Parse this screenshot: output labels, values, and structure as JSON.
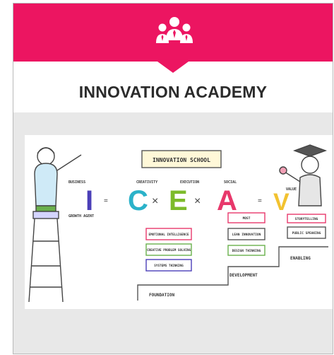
{
  "header": {
    "icon": "team-icon",
    "accent_color": "#ec1561",
    "title": "INNOVATION ACADEMY"
  },
  "illustration": {
    "sign": "INNOVATION SCHOOL",
    "formula": {
      "i_label": "BUSINESS",
      "c_label": "CREATIVITY",
      "e_label": "EXECUTION",
      "a_label": "SOCIAL",
      "v_label": "VALUE",
      "letters": [
        "I",
        "C",
        "E",
        "A",
        "V"
      ],
      "operators": [
        "=",
        "×",
        "×",
        "="
      ],
      "under_i": "GROWTH AGENT"
    },
    "foundation": {
      "label": "FOUNDATION",
      "items": [
        "EMOTIONAL INTELLIGENCE",
        "CREATIVE PROBLEM SOLVING",
        "SYSTEMS THINKING"
      ]
    },
    "development": {
      "label": "DEVELOPMENT",
      "items": [
        "MOST",
        "LEAN INNOVATION",
        "DESIGN THINKING"
      ]
    },
    "enabling": {
      "label": "ENABLING",
      "items": [
        "STORYTELLING",
        "PUBLIC SPEAKING"
      ]
    }
  }
}
